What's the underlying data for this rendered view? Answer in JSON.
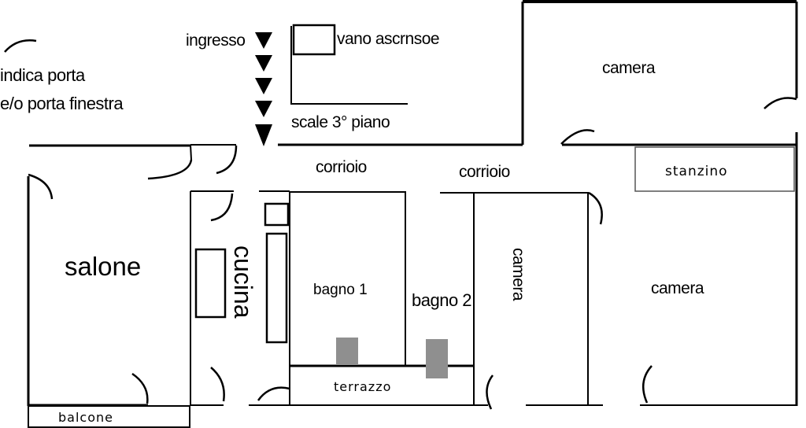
{
  "legend": {
    "door_note_line1": "indica porta",
    "door_note_line2": "e/o porta finestra"
  },
  "entrance": {
    "label": "ingresso",
    "arrow_count": 5
  },
  "stairwell": {
    "elevator_label": "vano ascrnsoe",
    "stairs_label": "scale 3° piano"
  },
  "rooms": {
    "salone": "salone",
    "balcone": "balcone",
    "cucina": "cucina",
    "corridoio_1": "corrioio",
    "corridoio_2": "corrioio",
    "bagno_1": "bagno 1",
    "bagno_2": "bagno 2",
    "terrazzo": "terrazzo",
    "camera_top": "camera",
    "camera_middle": "camera",
    "camera_right": "camera",
    "stanzino": "stanzino"
  },
  "colors": {
    "wall": "#000000",
    "fixture": "#8f8f8f",
    "background": "#ffffff"
  }
}
